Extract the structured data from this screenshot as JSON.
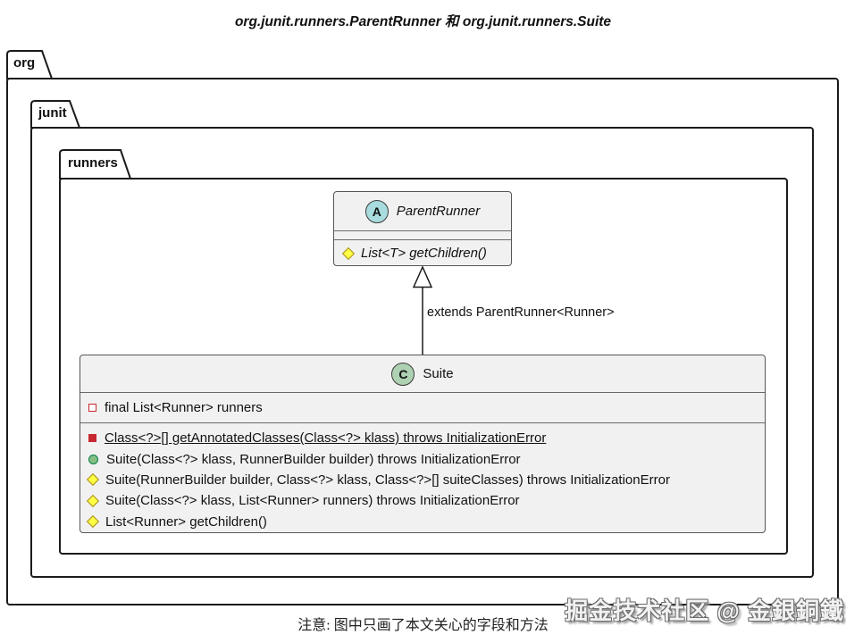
{
  "title": "org.junit.runners.ParentRunner 和 org.junit.runners.Suite",
  "packages": {
    "outer": "org",
    "middle": "junit",
    "inner": "runners"
  },
  "classes": {
    "parent_runner": {
      "kind": "abstract class",
      "kind_letter": "A",
      "name": "ParentRunner",
      "methods": [
        {
          "icon": "protected-diamond-icon",
          "visibility": "protected",
          "text": "List<T> getChildren()"
        }
      ]
    },
    "suite": {
      "kind": "class",
      "kind_letter": "C",
      "name": "Suite",
      "fields": [
        {
          "icon": "private-square-outline-icon",
          "visibility": "private",
          "text": "final List<Runner> runners"
        }
      ],
      "methods": [
        {
          "icon": "private-square-icon",
          "visibility": "private static",
          "text": "Class<?>[] getAnnotatedClasses(Class<?> klass) throws InitializationError"
        },
        {
          "icon": "public-circle-icon",
          "visibility": "public",
          "text": "Suite(Class<?> klass, RunnerBuilder builder) throws InitializationError"
        },
        {
          "icon": "protected-diamond-icon",
          "visibility": "protected",
          "text": "Suite(RunnerBuilder builder, Class<?> klass, Class<?>[] suiteClasses) throws InitializationError"
        },
        {
          "icon": "protected-diamond-icon",
          "visibility": "protected",
          "text": "Suite(Class<?> klass, List<Runner> runners) throws InitializationError"
        },
        {
          "icon": "protected-diamond-icon",
          "visibility": "protected",
          "text": "List<Runner> getChildren()"
        }
      ]
    }
  },
  "edge": {
    "type": "inheritance",
    "label": "extends ParentRunner<Runner>"
  },
  "caption": "注意: 图中只画了本文关心的字段和方法",
  "watermark": "掘金技术社区 @ 金銀銅鐵",
  "colors": {
    "abstract_circle": "#A9DCDF",
    "class_circle": "#ADD1B2",
    "private_red": "#C82930",
    "public_green": "#84BE84",
    "protected_yellow": "#FFFF44",
    "box_fill": "#F1F1F1",
    "border": "#1B1B1B"
  }
}
